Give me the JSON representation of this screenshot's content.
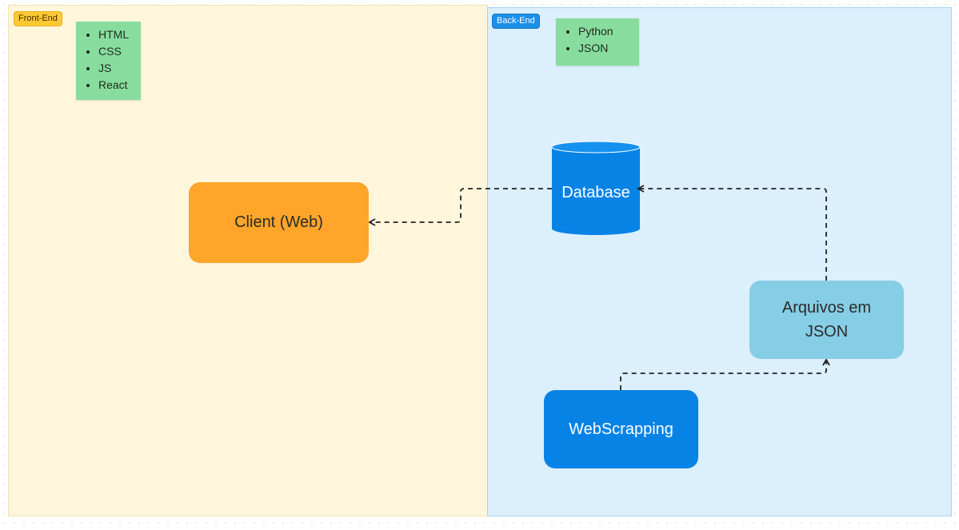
{
  "sections": {
    "frontend": {
      "label": "Front-End",
      "notes": [
        "HTML",
        "CSS",
        "JS",
        "React"
      ]
    },
    "backend": {
      "label": "Back-End",
      "notes": [
        "Python",
        "JSON"
      ]
    }
  },
  "nodes": {
    "client": "Client (Web)",
    "database": "Database",
    "arquivos": "Arquivos em JSON",
    "scrapping": "WebScrapping"
  },
  "colors": {
    "frontend_bg": "#fff6dc",
    "backend_bg": "#dbeffc",
    "client": "#ffa52a",
    "database": "#0783e6",
    "arquivos": "#86cde6",
    "scrapping": "#0783e6",
    "sticky": "#88dd9e"
  }
}
